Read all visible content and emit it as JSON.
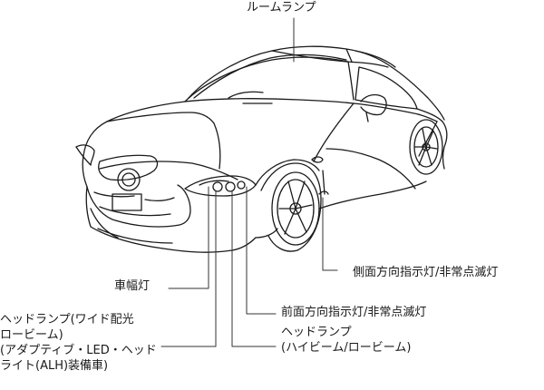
{
  "labels": {
    "room_lamp": "ルームランプ",
    "side_turn": "側面方向指示灯/非常点滅灯",
    "front_turn": "前面方向指示灯/非常点滅灯",
    "headlamp_hi": [
      "ヘッドランプ",
      "(ハイビーム/ロービーム)"
    ],
    "position_lamp": "車幅灯",
    "headlamp_lo": [
      "ヘッドランプ(ワイド配光",
      "ロービーム)",
      "(アダプティブ・LED・ヘッド",
      "ライト(ALH)装備車)"
    ]
  }
}
